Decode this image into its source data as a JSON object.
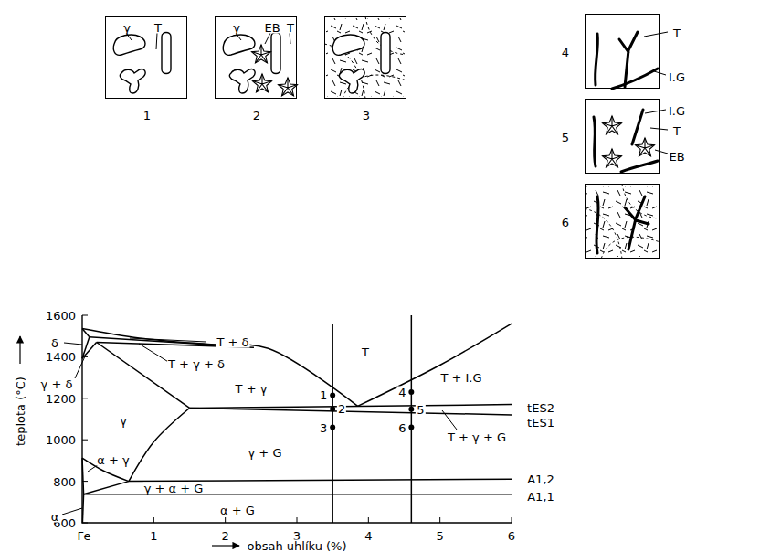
{
  "diagram": {
    "nodes": [
      {
        "text": [
          "1",
          "γ",
          "T"
        ]
      },
      {
        "text": [
          "2",
          "γ",
          "EB",
          "T"
        ]
      },
      {
        "text": [
          "3"
        ]
      },
      {
        "text": [
          "4",
          "T",
          "I.G"
        ]
      },
      {
        "text": [
          "5",
          "I.G",
          "T",
          "EB"
        ]
      },
      {
        "text": [
          "6"
        ]
      }
    ],
    "labels": [
      "1600",
      "1400",
      "1200",
      "1000",
      "800",
      "600",
      "Fe",
      "1",
      "2",
      "3",
      "4",
      "5",
      "6",
      "teplota (°C)",
      "obsah uhlíku (%)",
      "δ",
      "T + δ",
      "T + γ + δ",
      "γ + δ",
      "T",
      "T + γ",
      "γ",
      "γ + G",
      "T + I.G",
      "T + γ + G",
      "α + γ",
      "γ + α + G",
      "α",
      "α + G",
      "tES2",
      "tES1",
      "A1,2",
      "A1,1",
      "1",
      "2",
      "3",
      "4",
      "5",
      "6"
    ]
  }
}
